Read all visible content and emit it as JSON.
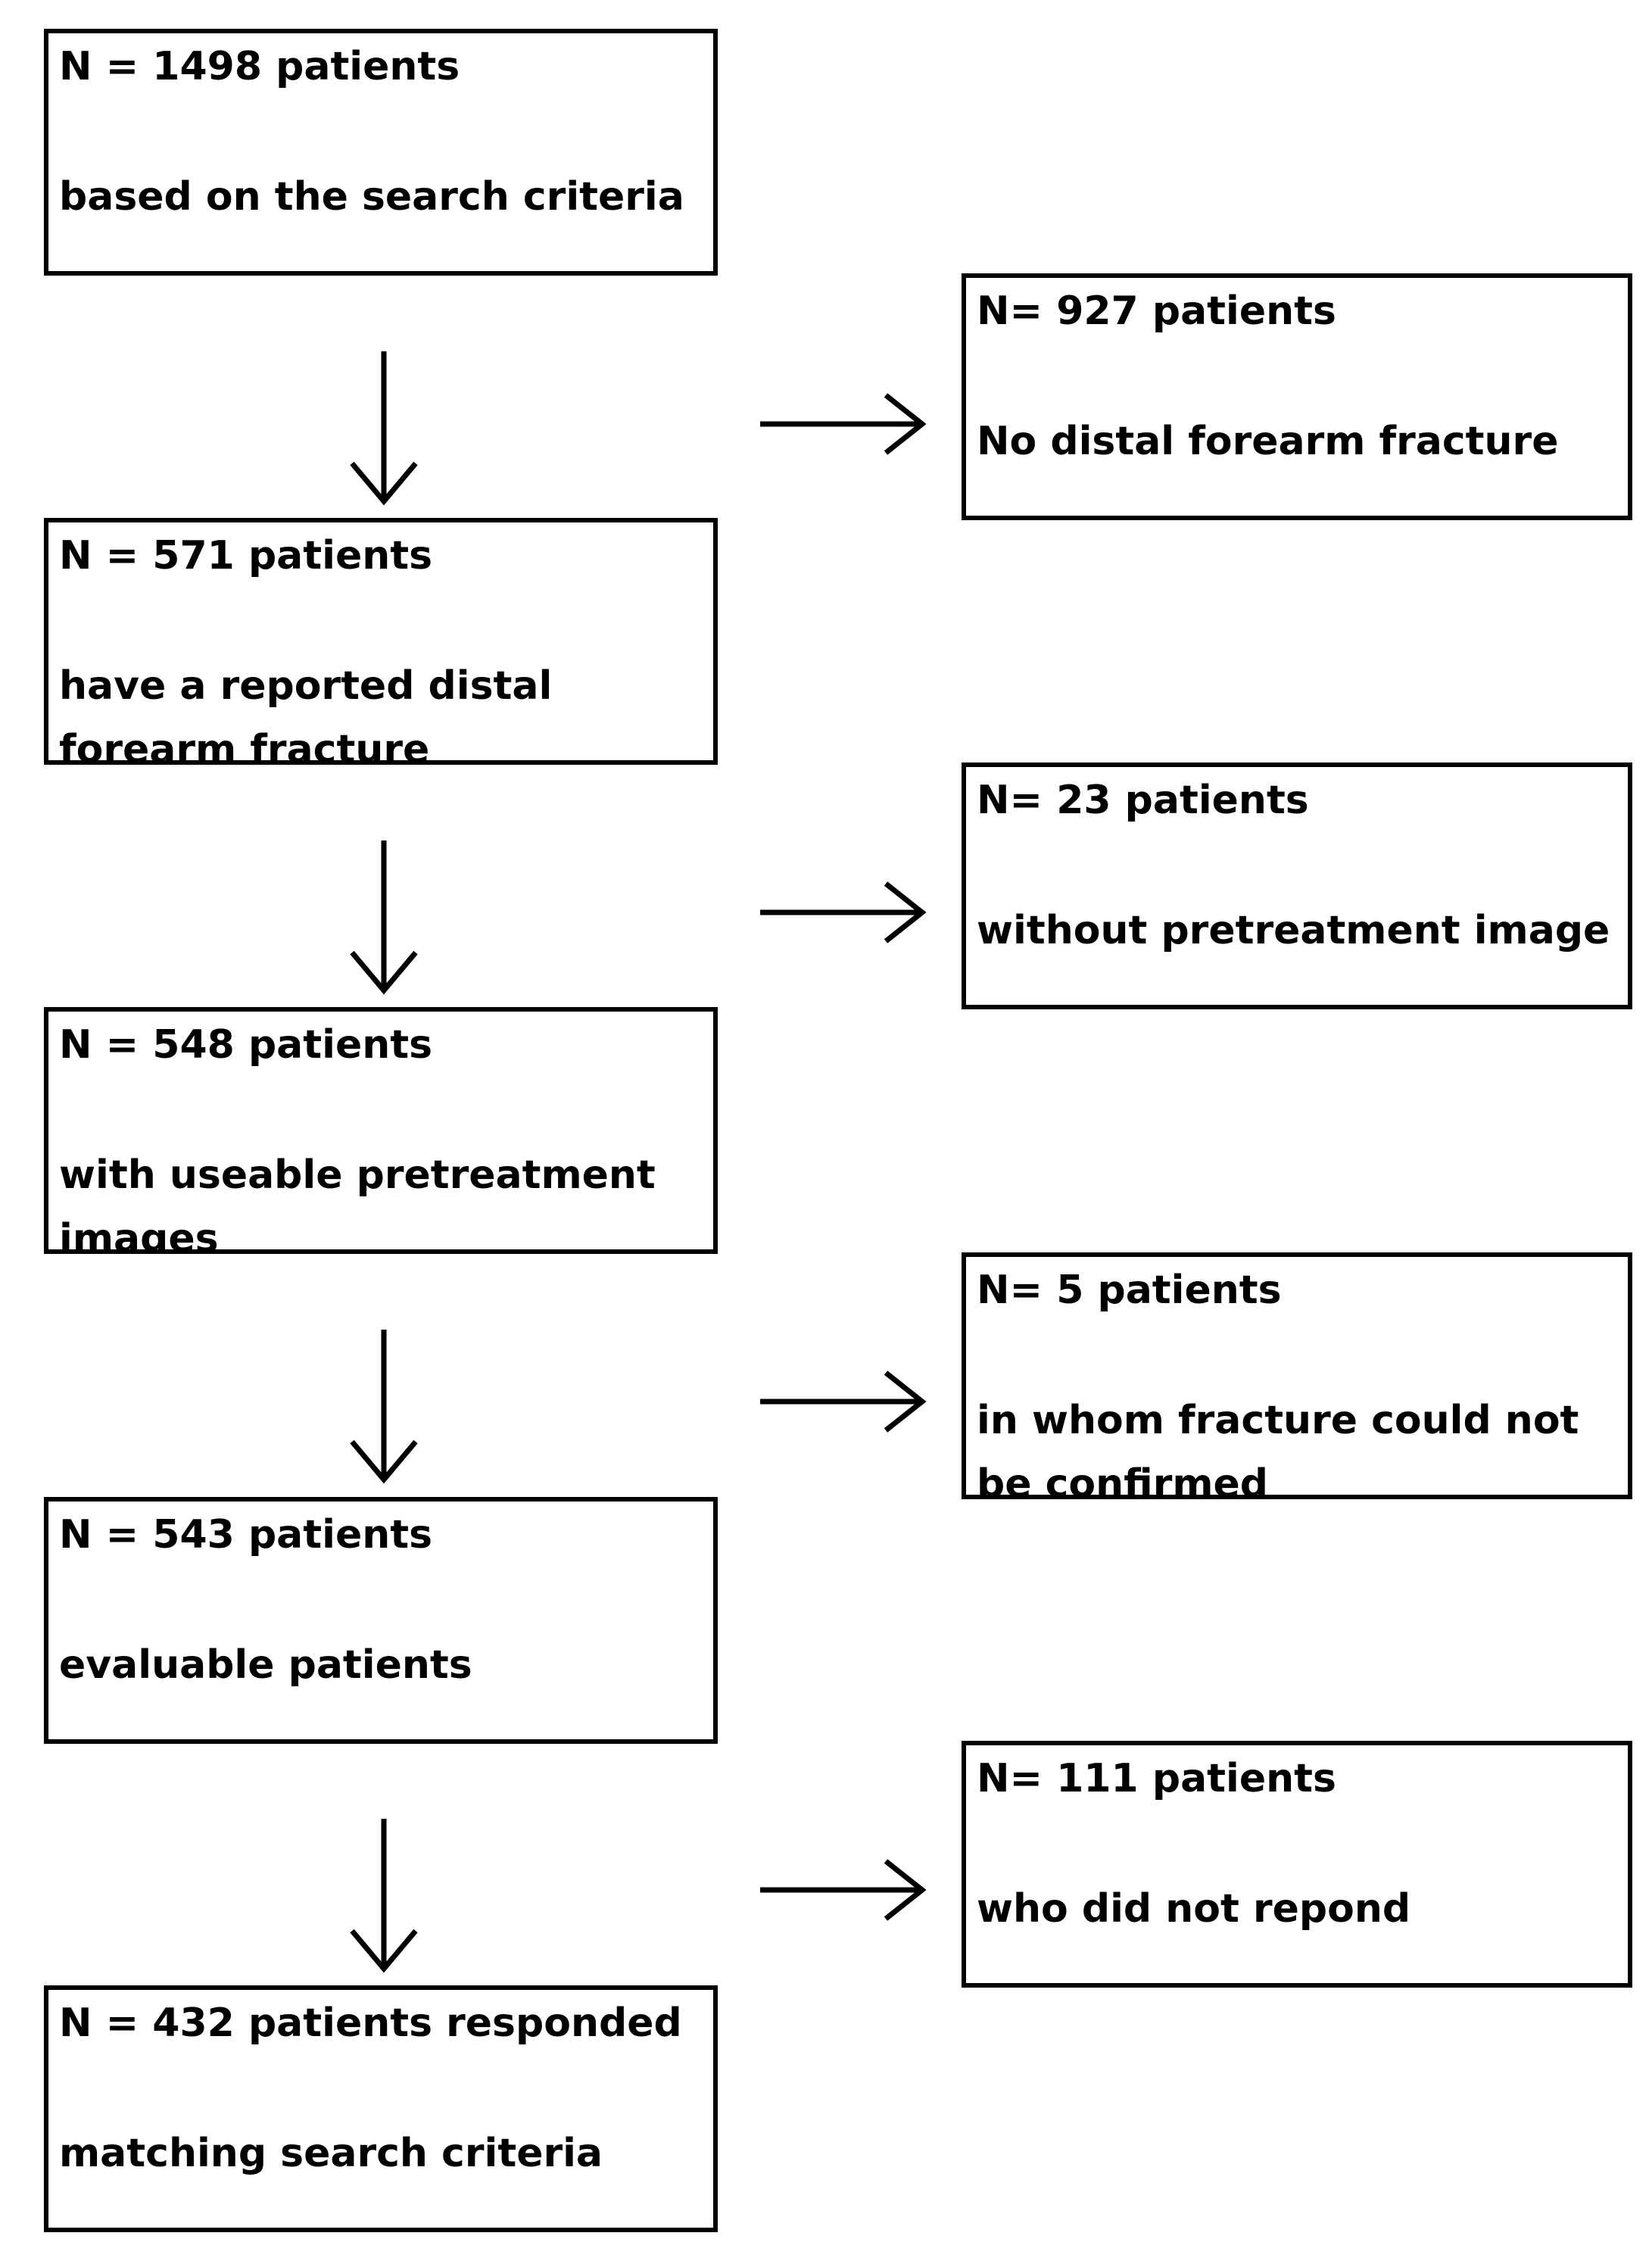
{
  "main_steps": [
    {
      "count": "N = 1498 patients",
      "description": "based on the search criteria"
    },
    {
      "count": "N = 571 patients",
      "description": "have a reported distal forearm fracture"
    },
    {
      "count": "N = 548 patients",
      "description": "with useable pretreatment images"
    },
    {
      "count": "N = 543 patients",
      "description": "evaluable patients"
    },
    {
      "count": "N = 432 patients responded",
      "description": "matching search criteria"
    }
  ],
  "exclusions": [
    {
      "count": "N= 927 patients",
      "description": "No distal forearm fracture"
    },
    {
      "count": "N= 23 patients",
      "description": "without pretreatment image"
    },
    {
      "count": "N= 5 patients",
      "description": "in whom fracture could not be confirmed"
    },
    {
      "count": "N= 111 patients",
      "description": "who did not repond"
    }
  ],
  "colors": {
    "border": "#000000",
    "text": "#000000",
    "background": "#ffffff"
  }
}
